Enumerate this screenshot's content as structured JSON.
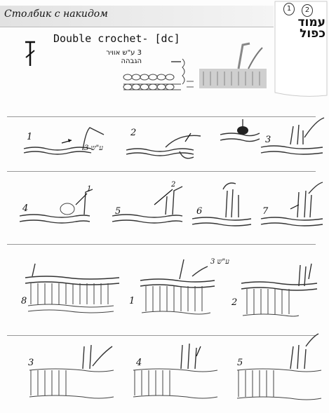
{
  "header": {
    "title": "Столбик с накидом",
    "hebrew_title": "עמוד כפול",
    "badge_left": "1",
    "badge_right": "2"
  },
  "intro": {
    "heading": "Double crochet- [dc]",
    "chain_note_line1": "3 ע\"ש אוויר",
    "chain_note_line2": "הגבהה"
  },
  "steps_row1": [
    "1",
    "2",
    "3"
  ],
  "steps_row1_annotation": "3 ע\"ש",
  "steps_row2": [
    "4",
    "5",
    "6",
    "7"
  ],
  "steps_row3": [
    "8",
    "1",
    "2"
  ],
  "steps_row3_annotation": "3 ע\"ש",
  "steps_row4": [
    "3",
    "4",
    "5"
  ],
  "arrow_markers": [
    "1",
    "2"
  ]
}
